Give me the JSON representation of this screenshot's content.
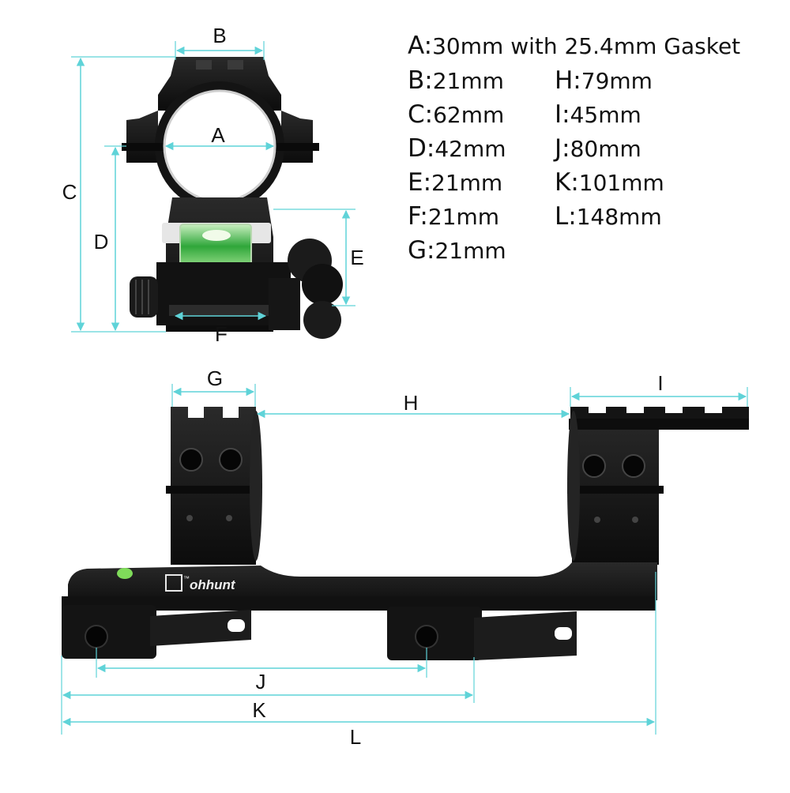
{
  "dimension_labels": {
    "A": "A",
    "B": "B",
    "C": "C",
    "D": "D",
    "E": "E",
    "F": "F",
    "G": "G",
    "H": "H",
    "I": "I",
    "J": "J",
    "K": "K",
    "L": "L"
  },
  "specs": {
    "A": {
      "key": "A:",
      "value": "30mm with 25.4mm Gasket"
    },
    "B": {
      "key": "B:",
      "value": "21mm"
    },
    "C": {
      "key": "C:",
      "value": "62mm"
    },
    "D": {
      "key": "D:",
      "value": "42mm"
    },
    "E": {
      "key": "E:",
      "value": "21mm"
    },
    "F": {
      "key": "F:",
      "value": "21mm"
    },
    "G": {
      "key": "G:",
      "value": "21mm"
    },
    "H": {
      "key": "H:",
      "value": "79mm"
    },
    "I": {
      "key": "I:",
      "value": "45mm"
    },
    "J": {
      "key": "J:",
      "value": "80mm"
    },
    "K": {
      "key": "K:",
      "value": "101mm"
    },
    "L": {
      "key": "L:",
      "value": "148mm"
    }
  },
  "brand": {
    "name": "ohhunt",
    "mark": "™"
  },
  "colors": {
    "dimension_line": "#5fd3d8",
    "metal": "#141414",
    "bubble_level": "#3fbf3f"
  }
}
